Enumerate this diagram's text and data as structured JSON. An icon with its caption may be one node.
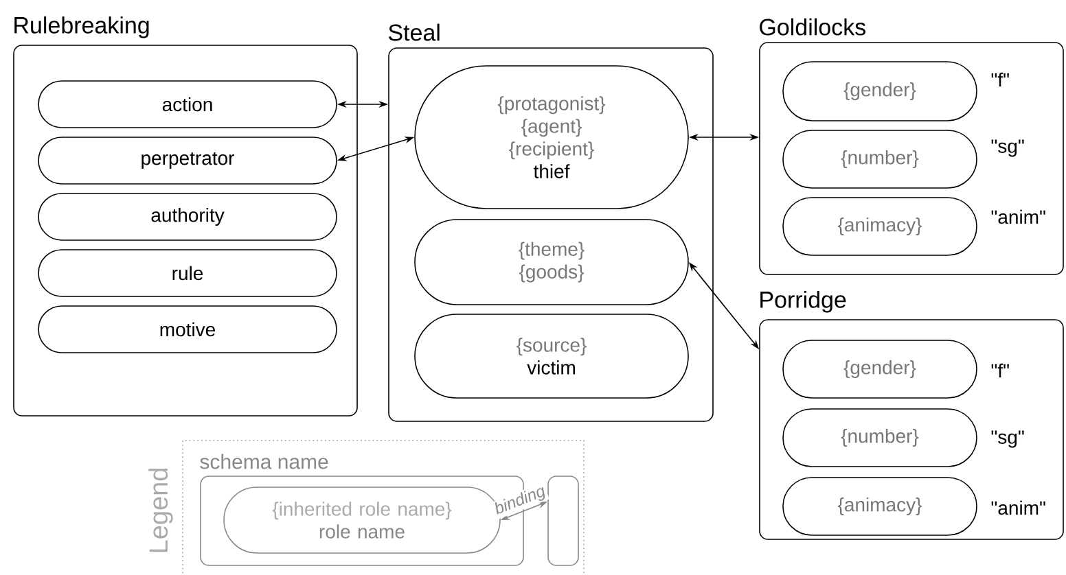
{
  "diagram": {
    "nodes": [
      {
        "text": [
          "Rulebreaking"
        ]
      },
      {
        "text": [
          "action"
        ],
        "in": 0
      },
      {
        "text": [
          "perpetrator"
        ],
        "in": 0
      },
      {
        "text": [
          "authority"
        ],
        "in": 0
      },
      {
        "text": [
          "rule"
        ],
        "in": 0
      },
      {
        "text": [
          "motive"
        ],
        "in": 0
      },
      {
        "text": [
          "Steal"
        ]
      },
      {
        "text": [
          "{protagonist} {agent} {recipient}",
          "thief"
        ],
        "in": 6
      },
      {
        "text": [
          "{theme} {goods}"
        ],
        "in": 6
      },
      {
        "text": [
          "{source}",
          "victim"
        ],
        "in": 6
      },
      {
        "text": [
          "Goldilocks"
        ]
      },
      {
        "text": [
          "{gender}"
        ],
        "in": 10,
        "beside": [
          "\"f\""
        ]
      },
      {
        "text": [
          "{number}"
        ],
        "in": 10,
        "beside": [
          "\"sg\""
        ]
      },
      {
        "text": [
          "{animacy}"
        ],
        "in": 10,
        "beside": [
          "\"anim\""
        ]
      },
      {
        "text": [
          "Porridge"
        ]
      },
      {
        "text": [
          "{gender}"
        ],
        "in": 14,
        "beside": [
          "\"f\""
        ]
      },
      {
        "text": [
          "{number}"
        ],
        "in": 14,
        "beside": [
          "\"sg\""
        ]
      },
      {
        "text": [
          "{animacy}"
        ],
        "in": 14,
        "beside": [
          "\"anim\""
        ]
      },
      {
        "text": [
          "Legend"
        ]
      },
      {
        "text": [
          "schema name"
        ],
        "in": 18
      },
      {
        "text": [
          "{inherited role name}",
          "role name"
        ],
        "in": 19
      },
      {
        "text": [],
        "shape": "box",
        "in": 18
      }
    ],
    "edges": [
      {
        "from": 1,
        "to": 6,
        "arrow": "both"
      },
      {
        "from": 2,
        "to": 7,
        "arrow": "both"
      },
      {
        "from": 7,
        "to": 10,
        "arrow": "both"
      },
      {
        "from": 8,
        "to": 14,
        "arrow": "both"
      },
      {
        "from": 20,
        "to": 21,
        "arrow": "both",
        "label": "binding",
        "color": "#888888"
      }
    ]
  }
}
